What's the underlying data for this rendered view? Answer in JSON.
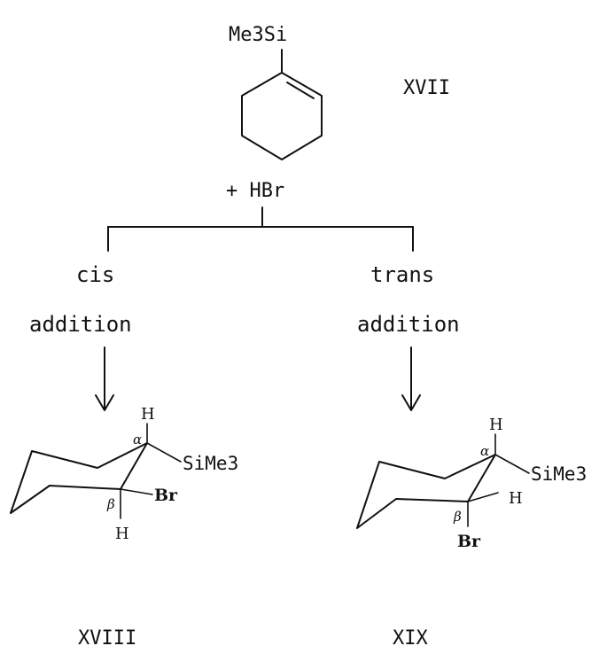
{
  "reactant": {
    "substituent": "Me3Si",
    "label": "XVII"
  },
  "reagent": "+ HBr",
  "paths": {
    "cis": {
      "line1": "cis",
      "line2": "addition"
    },
    "trans": {
      "line1": "trans",
      "line2": "addition"
    }
  },
  "products": {
    "cis": {
      "label": "XVIII",
      "h_alpha": "H",
      "alpha": "α",
      "silyl": "SiMe3",
      "beta": "β",
      "br": "Br",
      "h_beta": "H"
    },
    "trans": {
      "label": "XIX",
      "h_alpha": "H",
      "alpha": "α",
      "silyl": "SiMe3",
      "beta": "β",
      "h_beta": "H",
      "br": "Br"
    }
  }
}
